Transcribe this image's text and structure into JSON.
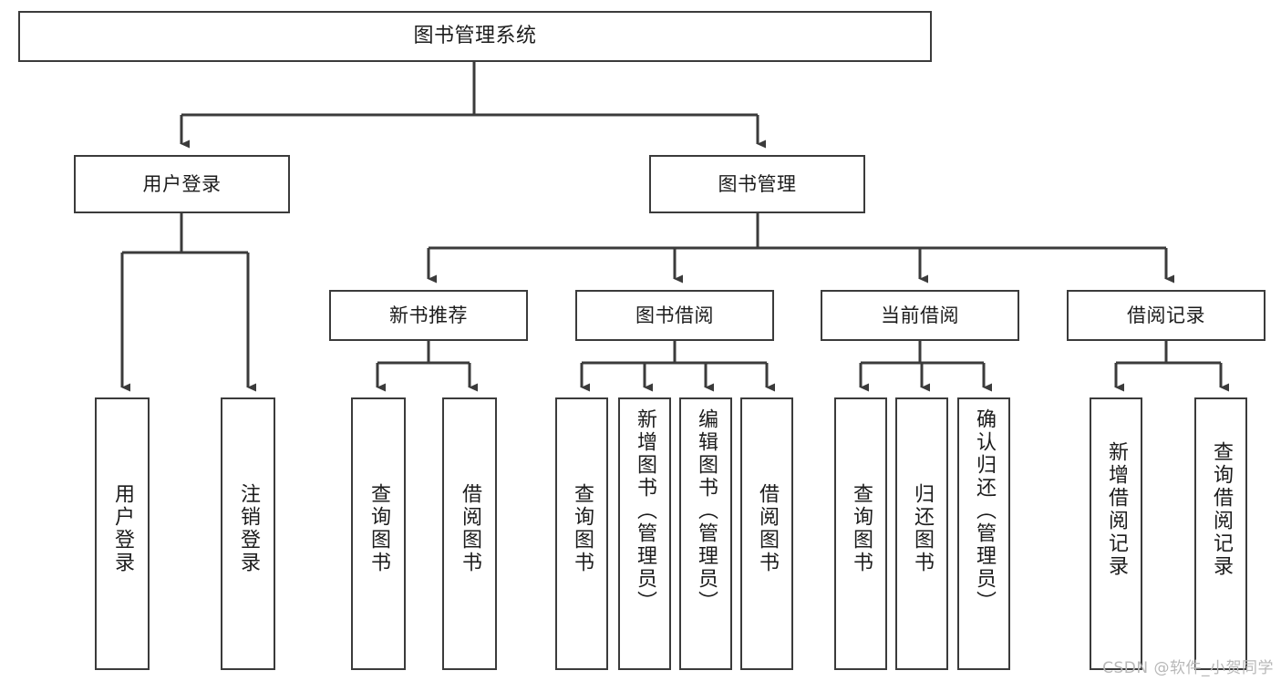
{
  "diagram": {
    "title": "图书管理系统",
    "type": "hierarchy-tree",
    "watermark": "CSDN @软件_小贺同学",
    "stroke_color": "#3b3b3b",
    "fill_color": "#ffffff",
    "text_color": "#1c1c1c",
    "levels": [
      {
        "level": 1,
        "nodes": [
          {
            "id": "root",
            "label": "图书管理系统"
          }
        ]
      },
      {
        "level": 2,
        "nodes": [
          {
            "id": "user-login",
            "label": "用户登录",
            "parent": "root"
          },
          {
            "id": "book-manage",
            "label": "图书管理",
            "parent": "root"
          }
        ]
      },
      {
        "level": 3,
        "nodes": [
          {
            "id": "new-book-rec",
            "label": "新书推荐",
            "parent": "book-manage"
          },
          {
            "id": "book-borrow",
            "label": "图书借阅",
            "parent": "book-manage"
          },
          {
            "id": "current-borrow",
            "label": "当前借阅",
            "parent": "book-manage"
          },
          {
            "id": "borrow-record",
            "label": "借阅记录",
            "parent": "book-manage"
          }
        ]
      },
      {
        "level": 4,
        "nodes": [
          {
            "id": "leaf-user-login",
            "label": "用户登录",
            "parent": "user-login"
          },
          {
            "id": "leaf-user-logout",
            "label": "注销登录",
            "parent": "user-login"
          },
          {
            "id": "leaf-query-book-1",
            "label": "查询图书",
            "parent": "new-book-rec"
          },
          {
            "id": "leaf-borrow-book-1",
            "label": "借阅图书",
            "parent": "new-book-rec"
          },
          {
            "id": "leaf-query-book-2",
            "label": "查询图书",
            "parent": "book-borrow"
          },
          {
            "id": "leaf-add-book",
            "label": "新增图书（管理员）",
            "parent": "book-borrow"
          },
          {
            "id": "leaf-edit-book",
            "label": "编辑图书（管理员）",
            "parent": "book-borrow"
          },
          {
            "id": "leaf-borrow-book-2",
            "label": "借阅图书",
            "parent": "book-borrow"
          },
          {
            "id": "leaf-query-book-3",
            "label": "查询图书",
            "parent": "current-borrow"
          },
          {
            "id": "leaf-return-book",
            "label": "归还图书",
            "parent": "current-borrow"
          },
          {
            "id": "leaf-confirm-return",
            "label": "确认归还（管理员）",
            "parent": "current-borrow"
          },
          {
            "id": "leaf-add-record",
            "label": "新增借阅记录",
            "parent": "borrow-record"
          },
          {
            "id": "leaf-query-record",
            "label": "查询借阅记录",
            "parent": "borrow-record"
          }
        ]
      }
    ]
  }
}
